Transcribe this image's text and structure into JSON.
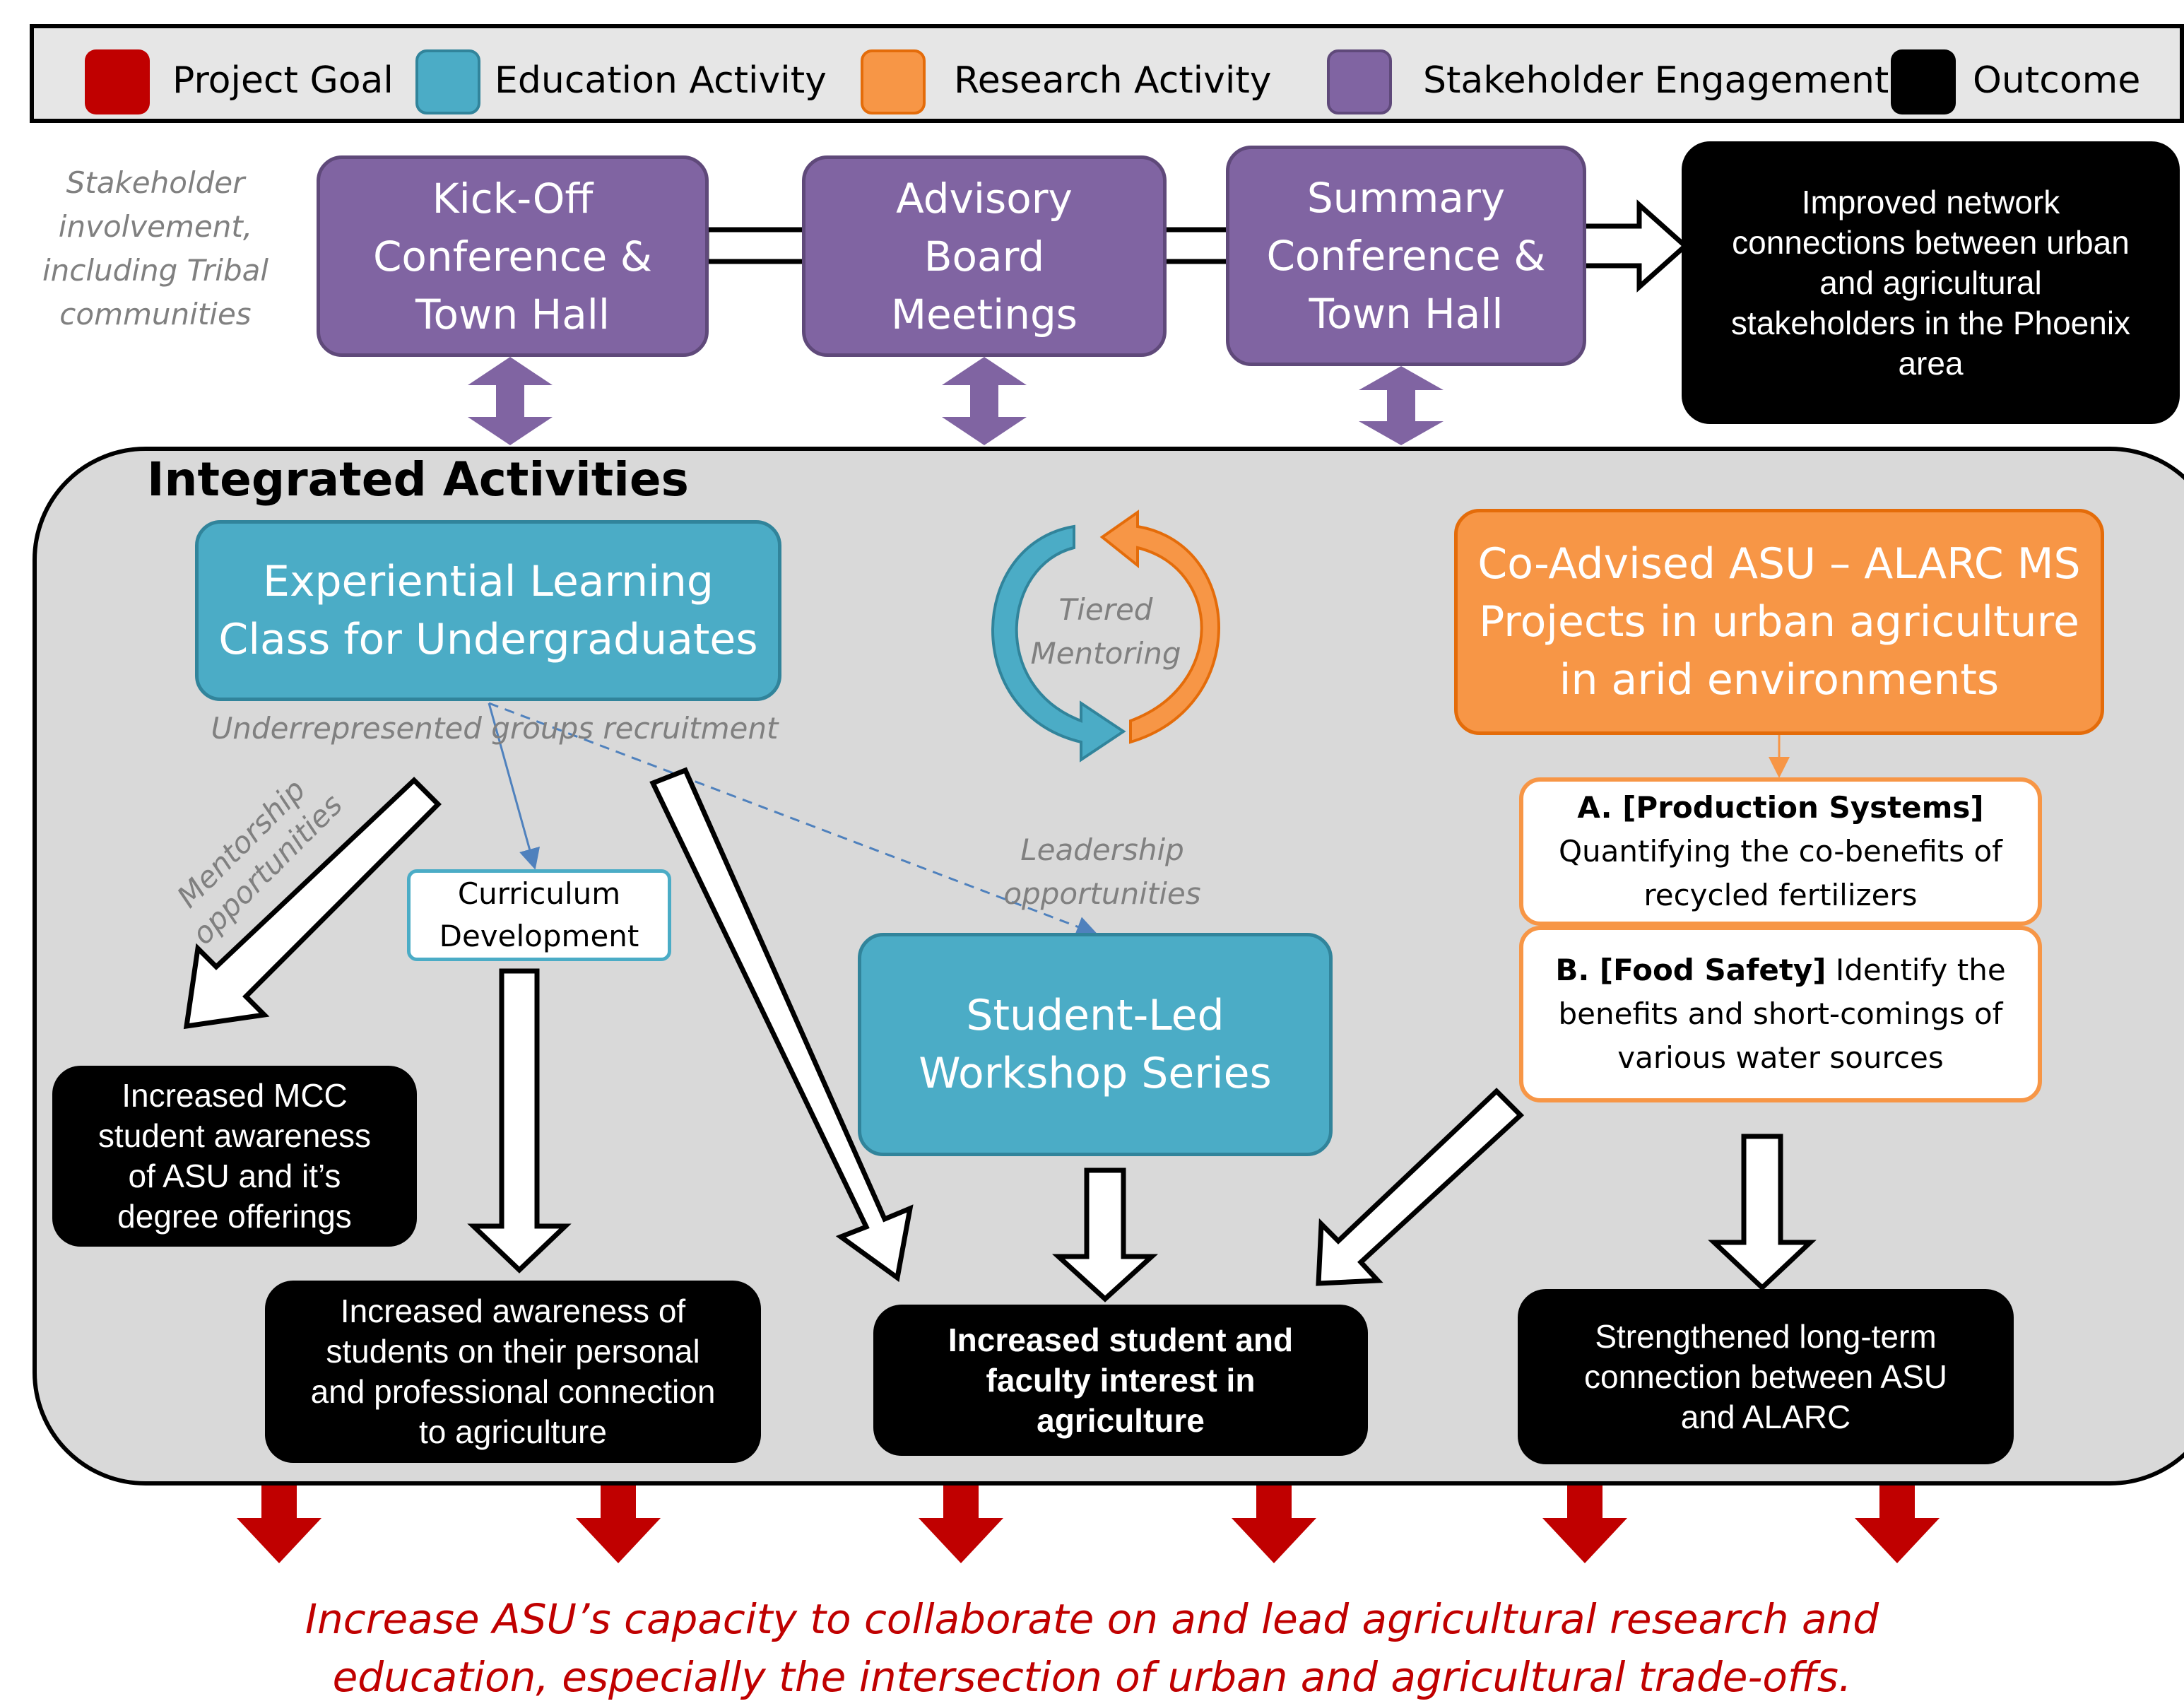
{
  "legend": {
    "items": [
      {
        "label": "Project Goal",
        "color": "#c00000"
      },
      {
        "label": "Education Activity",
        "color": "#4bacc6"
      },
      {
        "label": "Research Activity",
        "color": "#f79646"
      },
      {
        "label": "Stakeholder Engagement",
        "color": "#8064a2"
      },
      {
        "label": "Outcome",
        "color": "#000000"
      }
    ]
  },
  "stakeholder": {
    "side_label": "Stakeholder\ninvolvement,\nincluding Tribal\ncommunities",
    "kickoff": "Kick-Off\nConference &\nTown Hall",
    "advisory": "Advisory\nBoard\nMeetings",
    "summary": "Summary\nConference &\nTown Hall",
    "network_outcome": "Improved network\nconnections between urban\nand agricultural\nstakeholders in the Phoenix\narea"
  },
  "integrated": {
    "title": "Integrated Activities",
    "experiential": "Experiential Learning\nClass for Undergraduates",
    "underrepresented": "Underrepresented groups recruitment",
    "tiered_mentoring": "Tiered\nMentoring",
    "mentorship": "Mentorship\nopportunities",
    "curriculum": "Curriculum\nDevelopment",
    "leadership": "Leadership\nopportunities",
    "student_led": "Student-Led\nWorkshop Series",
    "co_advised": "Co-Advised ASU – ALARC MS\nProjects in urban agriculture\nin arid environments",
    "project_a": {
      "title": "A. [Production Systems]",
      "text": "Quantifying the co-benefits of\nrecycled fertilizers"
    },
    "project_b": {
      "title": "B. [Food Safety]",
      "text": " Identify the\nbenefits and short-comings of\nvarious water sources"
    },
    "outcome_mcc": "Increased MCC\nstudent awareness\nof ASU and it’s\ndegree offerings",
    "outcome_awareness": "Increased awareness of\nstudents on their personal\nand professional connection\nto agriculture",
    "outcome_interest": "Increased student and\nfaculty interest in\nagriculture",
    "outcome_connection": "Strengthened long-term\nconnection between ASU\nand ALARC"
  },
  "goal": "Increase ASU’s capacity to collaborate on and lead agricultural research and\neducation, especially the intersection of urban and agricultural trade-offs."
}
